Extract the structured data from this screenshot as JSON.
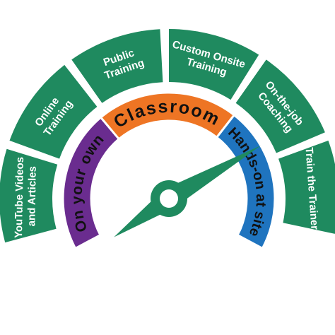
{
  "outer_segments": [
    {
      "lines": [
        "YouTube Videos",
        "and Articles"
      ]
    },
    {
      "lines": [
        "Online",
        "Training"
      ]
    },
    {
      "lines": [
        "Public",
        "Training"
      ]
    },
    {
      "lines": [
        "Custom Onsite",
        "Training"
      ]
    },
    {
      "lines": [
        "On-the-job",
        "Coaching"
      ]
    },
    {
      "lines": [
        "Train the Trainer"
      ]
    }
  ],
  "bands": {
    "left": "On your own",
    "top": "Classroom",
    "right": "Hands-on at site"
  },
  "colors": {
    "segment": "#1f8a5f",
    "left_band": "#6a2c8f",
    "top_band": "#ee7524",
    "right_band": "#1f74bf",
    "needle": "#1f8a5f"
  }
}
